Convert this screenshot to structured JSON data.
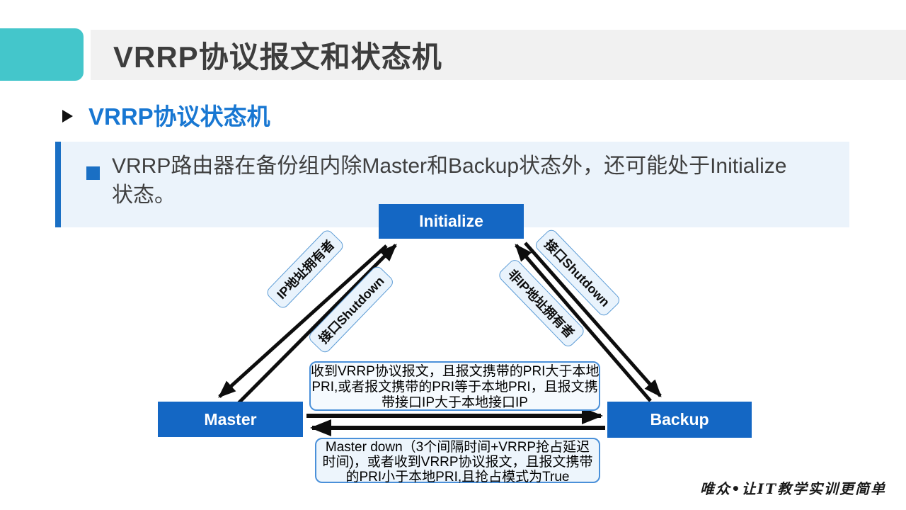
{
  "slide": {
    "title": "VRRP协议报文和状态机",
    "section_heading": "VRRP协议状态机",
    "intro": {
      "lines": [
        "VRRP路由器在备份组内除Master和Backup状态外，还可能处于Initialize",
        "状态。"
      ]
    },
    "footer_slogan": "唯众•让IT教学实训更简单"
  },
  "diagram": {
    "states": {
      "initialize": "Initialize",
      "master": "Master",
      "backup": "Backup"
    },
    "transition_labels": {
      "initialize_to_master": "IP地址拥有者",
      "master_to_initialize": "接口Shutdown",
      "backup_to_initialize": "接口Shutdown",
      "initialize_to_backup": "非IP地址拥有者"
    },
    "master_to_backup_condition": {
      "lines": [
        "收到VRRP协议报文，且报文携带的PRI大于本地",
        "PRI,或者报文携带的PRI等于本地PRI，且报文携",
        "带接口IP大于本地接口IP"
      ]
    },
    "backup_to_master_condition": {
      "lines": [
        "Master down（3个间隔时间+VRRP抢占延迟",
        "时间)，或者收到VRRP协议报文，且报文携带",
        "的PRI小于本地PRI,且抢占模式为True"
      ]
    }
  },
  "colors": {
    "accent_teal": "#44C6CB",
    "title_bar_bg": "#F1F1F1",
    "title_text": "#3D3D3D",
    "heading_blue": "#1877D2",
    "panel_bg": "#EBF3FB",
    "panel_bar_blue": "#1A6FC4",
    "state_box_blue": "#1467C4",
    "label_bg": "#E9F3FC",
    "label_border": "#5B9BD5",
    "condition_border": "#4A90D9",
    "arrow_color": "#0D0D0D"
  }
}
